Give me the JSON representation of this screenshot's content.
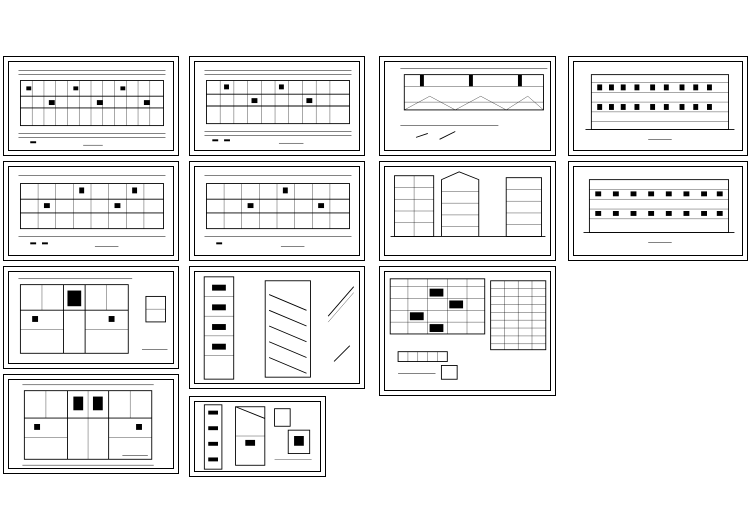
{
  "drawing_set": {
    "sheets": [
      {
        "id": "s1",
        "kind": "floor-plan"
      },
      {
        "id": "s2",
        "kind": "floor-plan"
      },
      {
        "id": "s3",
        "kind": "roof-plan"
      },
      {
        "id": "s4",
        "kind": "front-elevation"
      },
      {
        "id": "s5",
        "kind": "floor-plan"
      },
      {
        "id": "s6",
        "kind": "floor-plan"
      },
      {
        "id": "s7",
        "kind": "sections"
      },
      {
        "id": "s8",
        "kind": "rear-elevation"
      },
      {
        "id": "s9",
        "kind": "unit-plan"
      },
      {
        "id": "s10",
        "kind": "stair-details"
      },
      {
        "id": "s11",
        "kind": "schedules"
      },
      {
        "id": "s12",
        "kind": "unit-plan"
      },
      {
        "id": "s13",
        "kind": "wall-details"
      }
    ]
  }
}
